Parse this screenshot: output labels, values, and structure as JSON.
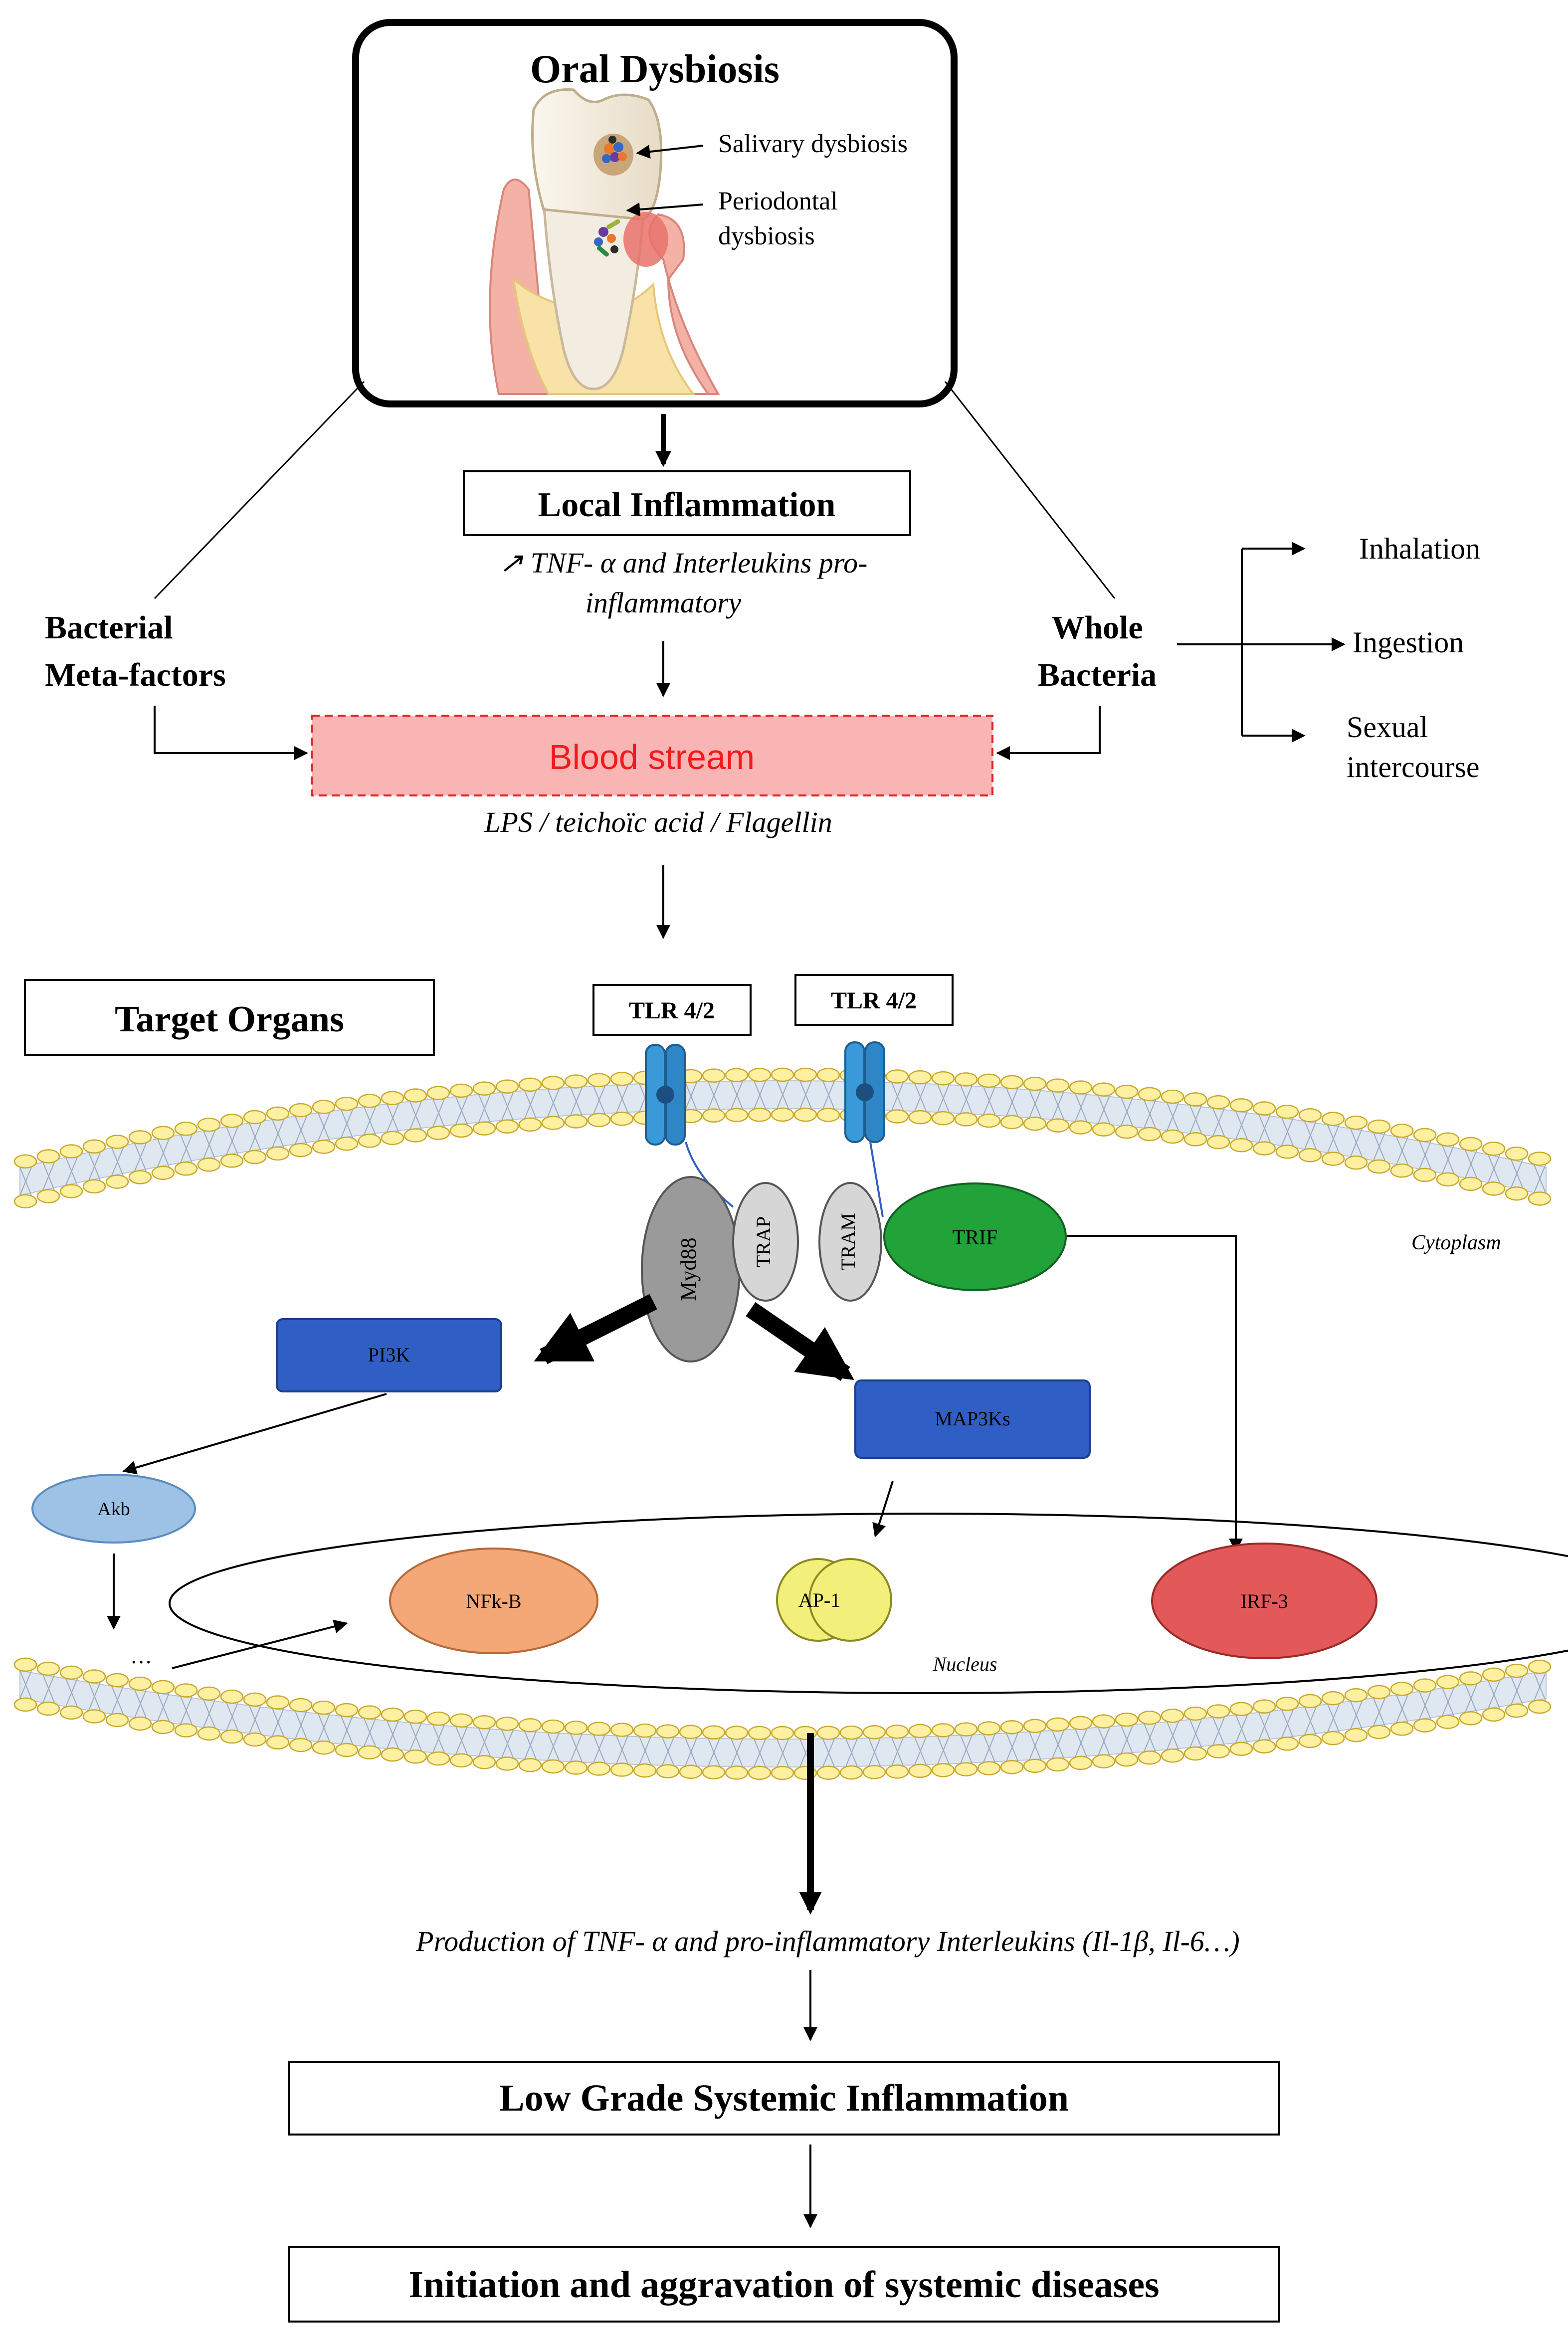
{
  "oral_dysbiosis": {
    "title": "Oral Dysbiosis",
    "salivary": "Salivary dysbiosis",
    "periodontal_line1": "Periodontal",
    "periodontal_line2": "dysbiosis"
  },
  "local_inflammation": {
    "label": "Local Inflammation",
    "note_line1": "↗ TNF- α and Interleukins pro-",
    "note_line2": "inflammatory"
  },
  "bacterial_meta": {
    "line1": "Bacterial",
    "line2": "Meta-factors"
  },
  "whole_bacteria": {
    "line1": "Whole",
    "line2": "Bacteria"
  },
  "routes": {
    "inhalation": "Inhalation",
    "ingestion": "Ingestion",
    "sexual_line1": "Sexual",
    "sexual_line2": "intercourse"
  },
  "blood_stream": {
    "label": "Blood stream",
    "note": "LPS / teichoïc acid / Flagellin"
  },
  "target_organs": "Target Organs",
  "receptors": {
    "tlr_left": "TLR 4/2",
    "tlr_right": "TLR 4/2"
  },
  "cell": {
    "cytoplasm": "Cytoplasm",
    "nucleus": "Nucleus",
    "myd88": "Myd88",
    "trap": "TRAP",
    "tram": "TRAM",
    "trif": "TRIF",
    "pi3k": "PI3K",
    "map3ks": "MAP3Ks",
    "akb": "Akb",
    "ellipsis": "…",
    "nfkb": "NFk-B",
    "ap1": "AP-1",
    "irf3": "IRF-3"
  },
  "production": "Production of  TNF- α and pro-inflammatory Interleukins (Il-1β, Il-6…)",
  "low_grade": "Low Grade Systemic Inflammation",
  "initiation": "Initiation and  aggravation of systemic diseases",
  "colors": {
    "blood_fill": "#f9b4b4",
    "blood_text": "#ee1c1c",
    "myd88": "#9a9a9a",
    "trap_tram": "#d6d6d6",
    "trif": "#22a33a",
    "kinase": "#2f5fc4",
    "akb": "#9ec2e6",
    "nfkb": "#f4a878",
    "ap1": "#f2f07a",
    "irf3": "#e35959",
    "tlr": "#3a9ad9",
    "lipid_head": "#fdf0a0"
  }
}
